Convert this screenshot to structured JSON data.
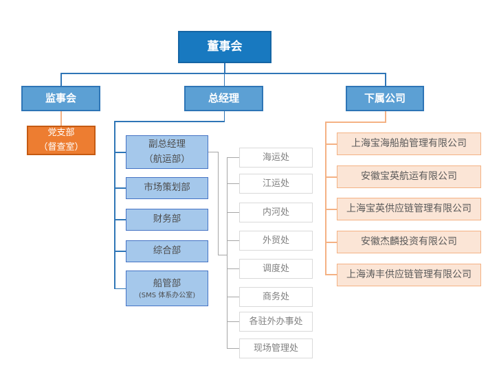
{
  "org_chart": {
    "root": {
      "label": "董事会"
    },
    "level2": {
      "supervisory_board": "监事会",
      "general_manager": "总经理",
      "subsidiaries": "下属公司"
    },
    "party_branch": {
      "line1": "党支部",
      "line2": "（督查室）"
    },
    "departments": [
      {
        "line1": "副总经理",
        "line2": "（航运部）"
      },
      {
        "line1": "市场策划部"
      },
      {
        "line1": "财务部"
      },
      {
        "line1": "综合部"
      },
      {
        "line1": "船管部",
        "line2": "(SMS 体系办公室)"
      }
    ],
    "divisions": [
      "海运处",
      "江运处",
      "内河处",
      "外贸处",
      "调度处",
      "商务处",
      "各驻外办事处",
      "现场管理处"
    ],
    "companies": [
      "上海宝海船舶管理有限公司",
      "安徽宝英航运有限公司",
      "上海宝英供应链管理有限公司",
      "安徽杰麟投资有限公司",
      "上海涛丰供应链管理有限公司"
    ],
    "colors": {
      "root_fill": "#1879C0",
      "root_border": "#1465A4",
      "level2_fill": "#5CA0D4",
      "level2_border": "#2E75B6",
      "department_fill": "#A5C8EB",
      "department_border": "#4472C4",
      "party_fill": "#ED7D31",
      "party_border": "#C55A11",
      "company_fill": "#FBE5D6",
      "company_border": "#F4B183",
      "division_border": "#D9D9D9",
      "blue_line": "#2E75B6",
      "orange_line": "#F4B183",
      "gray_line": "#A6A6A6"
    }
  }
}
